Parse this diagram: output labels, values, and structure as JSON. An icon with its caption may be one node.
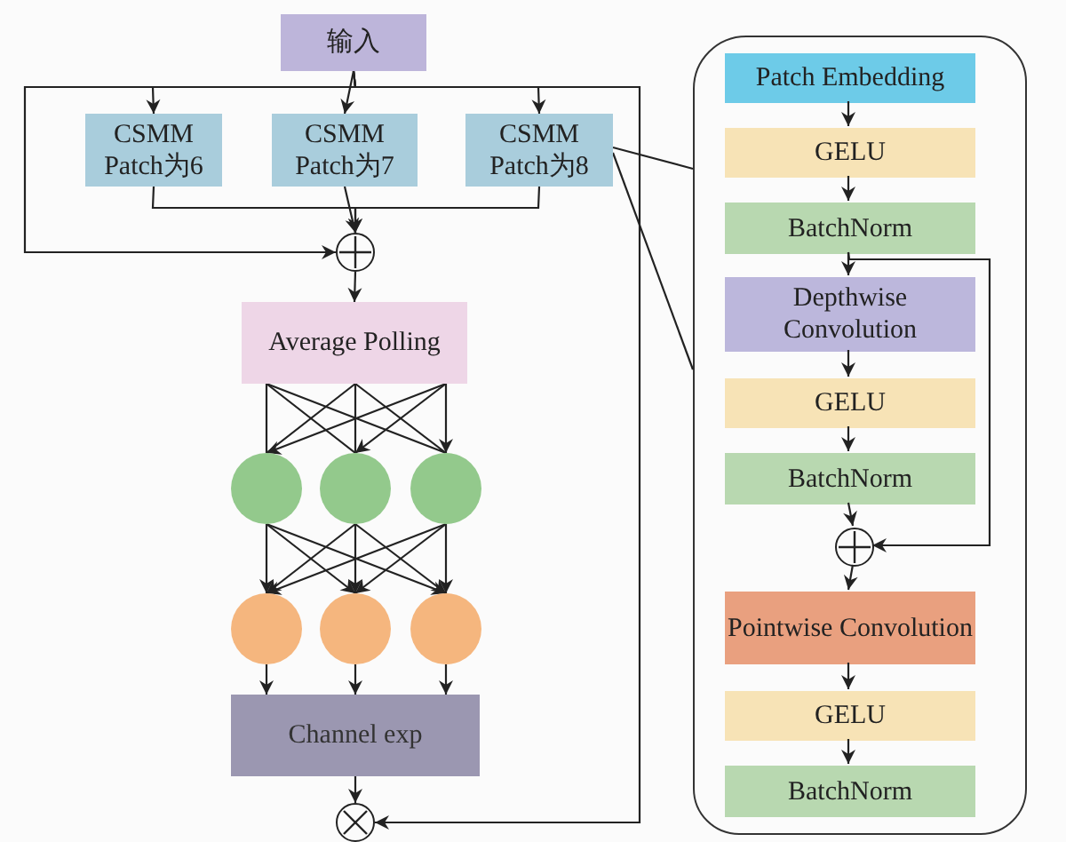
{
  "diagram": {
    "nodes": [
      {
        "text": [
          "输入"
        ]
      },
      {
        "text": [
          "CSMM Patch为6"
        ]
      },
      {
        "text": [
          "CSMM Patch为7"
        ]
      },
      {
        "text": [
          "CSMM Patch为8"
        ]
      },
      {
        "text": [],
        "shape": "circle"
      },
      {
        "text": [
          "Average Polling"
        ]
      },
      {
        "text": [],
        "shape": "circle"
      },
      {
        "text": [],
        "shape": "circle"
      },
      {
        "text": [],
        "shape": "circle"
      },
      {
        "text": [],
        "shape": "circle"
      },
      {
        "text": [],
        "shape": "circle"
      },
      {
        "text": [],
        "shape": "circle"
      },
      {
        "text": [
          "Channel exp"
        ]
      },
      {
        "text": [],
        "shape": "circle"
      },
      {
        "text": [],
        "shape": "box"
      },
      {
        "text": [
          "Patch Embedding"
        ],
        "in": 14
      },
      {
        "text": [
          "GELU"
        ],
        "in": 14
      },
      {
        "text": [
          "BatchNorm"
        ],
        "in": 14
      },
      {
        "text": [
          "Depthwise Convolution"
        ],
        "in": 14
      },
      {
        "text": [
          "GELU"
        ],
        "in": 14
      },
      {
        "text": [
          "BatchNorm"
        ],
        "in": 14
      },
      {
        "text": [],
        "shape": "circle",
        "in": 14
      },
      {
        "text": [
          "Pointwise Convolution"
        ],
        "in": 14
      },
      {
        "text": [
          "GELU"
        ],
        "in": 14
      },
      {
        "text": [
          "BatchNorm"
        ],
        "in": 14
      }
    ],
    "edges": [
      {
        "from": 0,
        "to": 1,
        "arrow": "to"
      },
      {
        "from": 0,
        "to": 2,
        "arrow": "to"
      },
      {
        "from": 0,
        "to": 3,
        "arrow": "to"
      },
      {
        "from": 0,
        "to": 4,
        "arrow": "to"
      },
      {
        "from": 0,
        "to": 13,
        "arrow": "to"
      },
      {
        "from": 1,
        "to": 4,
        "arrow": "to"
      },
      {
        "from": 2,
        "to": 4,
        "arrow": "to"
      },
      {
        "from": 3,
        "to": 4,
        "arrow": "to"
      },
      {
        "from": 4,
        "to": 5,
        "arrow": "to"
      },
      {
        "from": 5,
        "to": 6,
        "arrow": "to"
      },
      {
        "from": 5,
        "to": 7,
        "arrow": "to"
      },
      {
        "from": 5,
        "to": 8,
        "arrow": "to"
      },
      {
        "from": 6,
        "to": 9,
        "arrow": "to"
      },
      {
        "from": 6,
        "to": 10,
        "arrow": "to"
      },
      {
        "from": 6,
        "to": 11,
        "arrow": "to"
      },
      {
        "from": 7,
        "to": 9,
        "arrow": "to"
      },
      {
        "from": 7,
        "to": 10,
        "arrow": "to"
      },
      {
        "from": 7,
        "to": 11,
        "arrow": "to"
      },
      {
        "from": 8,
        "to": 9,
        "arrow": "to"
      },
      {
        "from": 8,
        "to": 10,
        "arrow": "to"
      },
      {
        "from": 8,
        "to": 11,
        "arrow": "to"
      },
      {
        "from": 9,
        "to": 12,
        "arrow": "to"
      },
      {
        "from": 10,
        "to": 12,
        "arrow": "to"
      },
      {
        "from": 11,
        "to": 12,
        "arrow": "to"
      },
      {
        "from": 12,
        "to": 13,
        "arrow": "to"
      },
      {
        "from": 3,
        "to": 14,
        "arrow": "none"
      },
      {
        "from": 3,
        "to": 14,
        "arrow": "none"
      },
      {
        "from": 15,
        "to": 16,
        "arrow": "to"
      },
      {
        "from": 16,
        "to": 17,
        "arrow": "to"
      },
      {
        "from": 17,
        "to": 18,
        "arrow": "to"
      },
      {
        "from": 18,
        "to": 19,
        "arrow": "to"
      },
      {
        "from": 19,
        "to": 20,
        "arrow": "to"
      },
      {
        "from": 20,
        "to": 21,
        "arrow": "to"
      },
      {
        "from": 17,
        "to": 21,
        "arrow": "to"
      },
      {
        "from": 21,
        "to": 22,
        "arrow": "to"
      },
      {
        "from": 22,
        "to": 23,
        "arrow": "to"
      },
      {
        "from": 23,
        "to": 24,
        "arrow": "to"
      }
    ]
  }
}
